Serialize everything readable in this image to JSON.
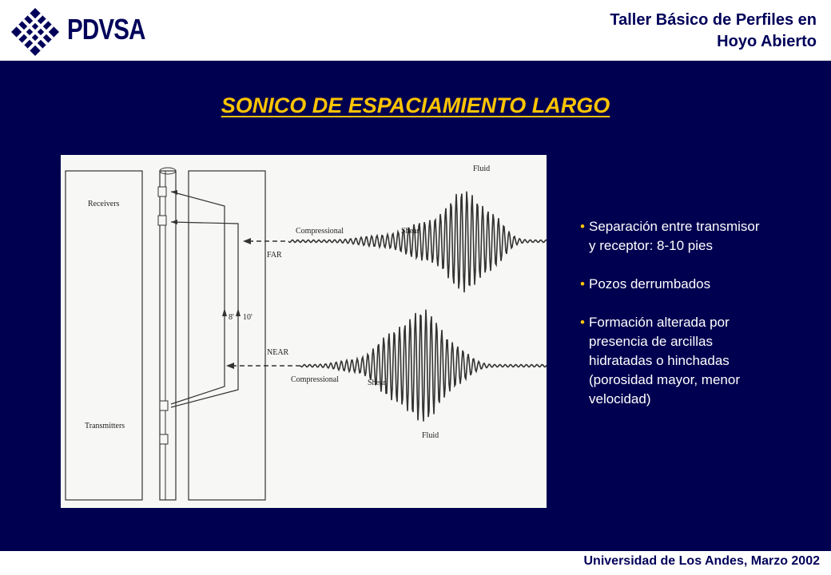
{
  "header": {
    "brand": "PDVSA",
    "deck_title_line1": "Taller Básico de Perfiles en",
    "deck_title_line2": "Hoyo Abierto"
  },
  "slide": {
    "title": "SONICO DE ESPACIAMIENTO LARGO",
    "bullets": [
      "Separación entre transmisor\ny receptor: 8-10 pies",
      "Pozos derrumbados",
      "Formación alterada por\npresencia de arcillas\nhidratadas o hinchadas\n(porosidad mayor, menor\nvelocidad)"
    ]
  },
  "figure": {
    "labels": {
      "receivers": "Receivers",
      "transmitters": "Transmitters",
      "spacing_8": "8'",
      "spacing_10": "10'",
      "far": "FAR",
      "near": "NEAR",
      "compressional_far": "Compressional",
      "shear_far": "Shear",
      "fluid_far": "Fluid",
      "compressional_near": "Compressional",
      "shear_near": "Shear",
      "fluid_near": "Fluid"
    }
  },
  "footer": {
    "text": "Universidad de Los Andes, Marzo 2002"
  },
  "colors": {
    "brand_navy": "#00005a",
    "slide_bg": "#000050",
    "title_yellow": "#ffc400"
  },
  "icons": {
    "logo": "pdvsa-logo-icon"
  }
}
